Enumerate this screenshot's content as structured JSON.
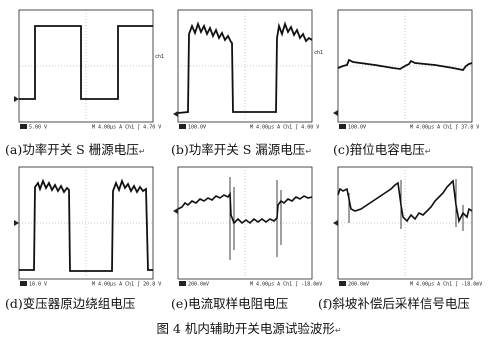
{
  "panels": [
    {
      "caption": "(a)功率开关 S 栅源电压",
      "status": [
        "5.00 V",
        "M 4.00μs  A  Ch1 ∫  4.70 V"
      ],
      "ch_label": "ch1"
    },
    {
      "caption": "(b)功率开关 S 漏源电压",
      "status": [
        "100.0V",
        "M 4.00μs  A  Ch1 ∫  4.00 V"
      ],
      "ch_label": "ch1"
    },
    {
      "caption": "(c)箝位电容电压",
      "status": [
        "100.0V",
        "M 4.00μs  A  Ch1 ∫  37.8 V"
      ],
      "ch_label": ""
    },
    {
      "caption": "(d)变压器原边绕组电压",
      "status": [
        "10.0 V",
        "M 4.00μs  A  Ch1 ∫  20.8 V"
      ],
      "ch_label": ""
    },
    {
      "caption": "(e)电流取样电阻电压",
      "status": [
        "200.0mV",
        "M 4.00μs  A  Ch1 ∫ -18.0mV"
      ],
      "ch_label": ""
    },
    {
      "caption": "(f)斜坡补偿后采样信号电压",
      "status": [
        "200.0mV",
        "M 4.00μs  A  Ch1 ∫ -18.0mV"
      ],
      "ch_label": ""
    }
  ],
  "enter_symbol": "↵",
  "figure_title": "图 4  机内辅助开关电源试验波形"
}
